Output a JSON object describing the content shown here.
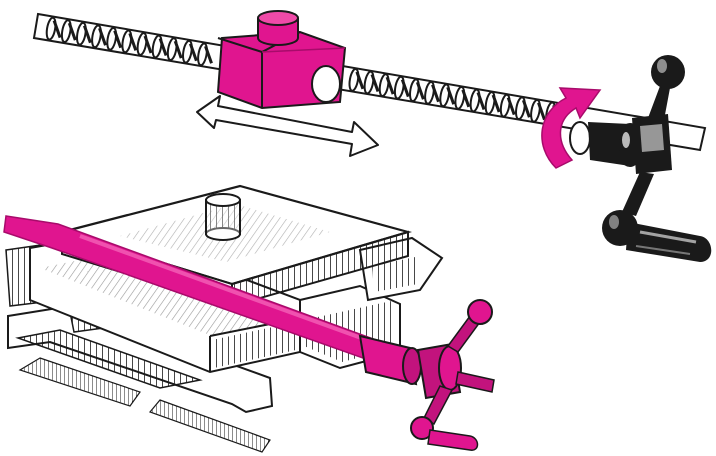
{
  "colors": {
    "accent": "#e0158f",
    "accent_dark": "#a80b6b",
    "ink": "#1a1a1a",
    "paper": "#ffffff",
    "shade": "#8a8a8a"
  },
  "icons": {
    "motion_arrow": "double-arrow",
    "rotation_arrow": "curved-arrow",
    "handle": "four-arm-handwheel"
  }
}
